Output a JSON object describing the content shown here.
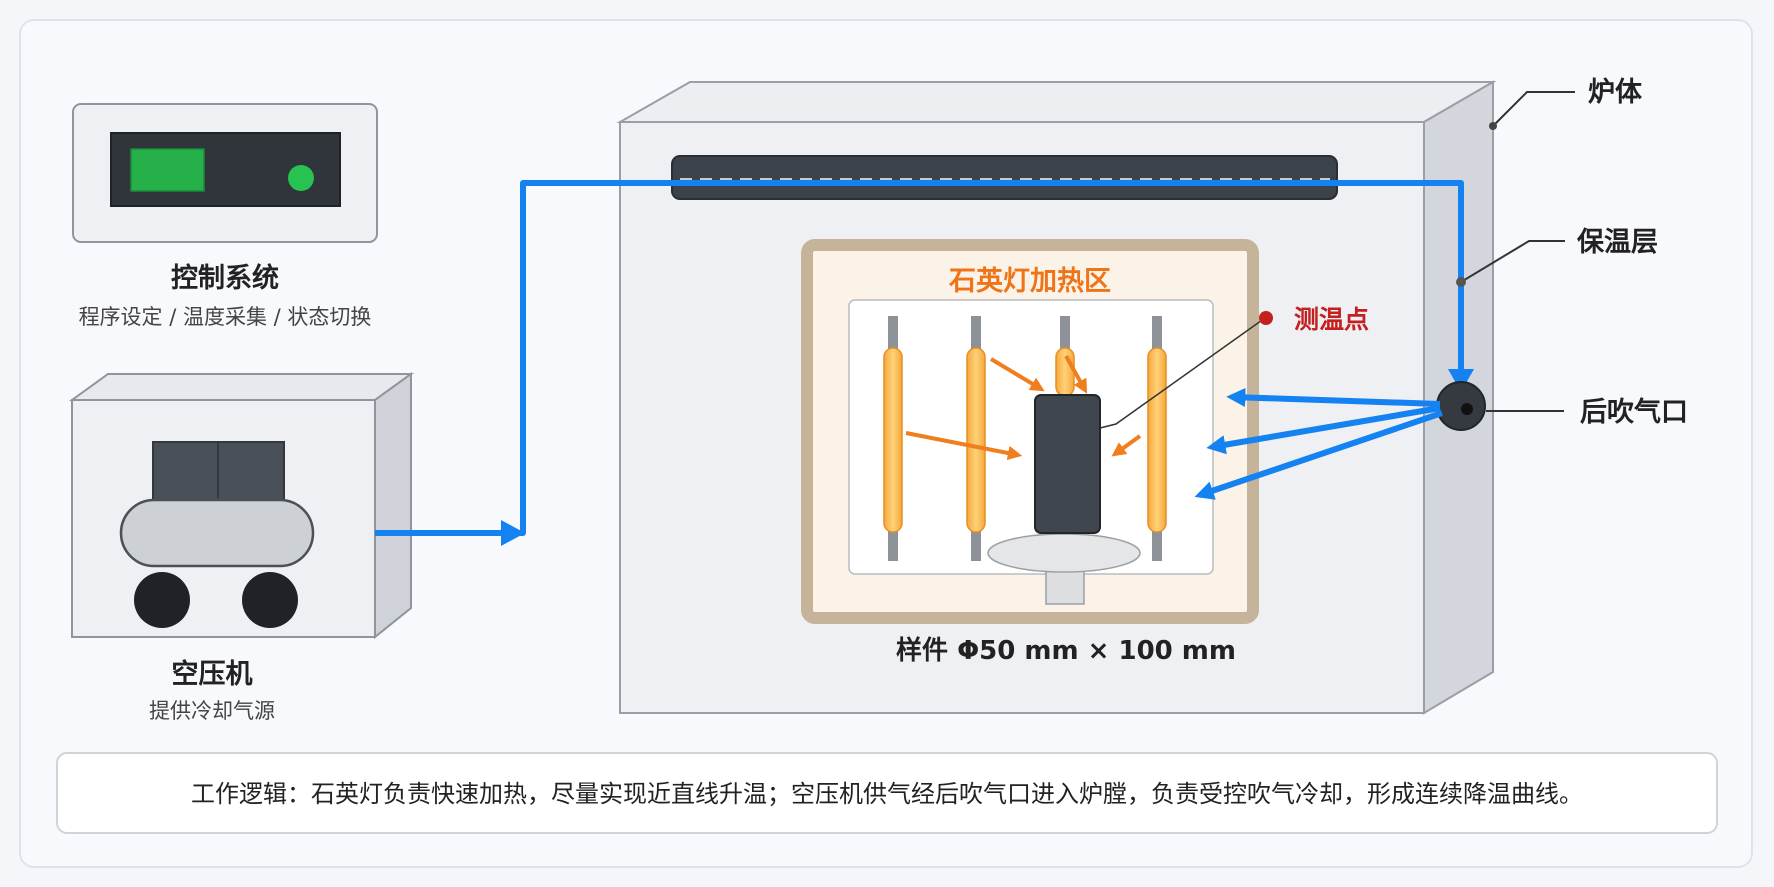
{
  "components": {
    "control_system": {
      "title": "控制系统",
      "subtitle": "程序设定 / 温度采集 / 状态切换"
    },
    "air_compressor": {
      "title": "空压机",
      "subtitle": "提供冷却气源"
    }
  },
  "furnace": {
    "heating_zone_label": "石英灯加热区",
    "sample_label": "样件 Φ50 mm × 100 mm",
    "callouts": {
      "body": "炉体",
      "insulation": "保温层",
      "rear_inlet": "后吹气口",
      "temp_point": "测温点"
    }
  },
  "footer": {
    "text": "工作逻辑：石英灯负责快速加热，尽量实现近直线升温；空压机供气经后吹气口进入炉膛，负责受控吹气冷却，形成连续降温曲线。"
  },
  "colors": {
    "air_line": "#1482f0",
    "heat_arrow": "#f07d1e",
    "heating_label": "#ef7418",
    "temp_point": "#c42020",
    "lamp": "#f7b54c",
    "display": "#25b04a"
  }
}
